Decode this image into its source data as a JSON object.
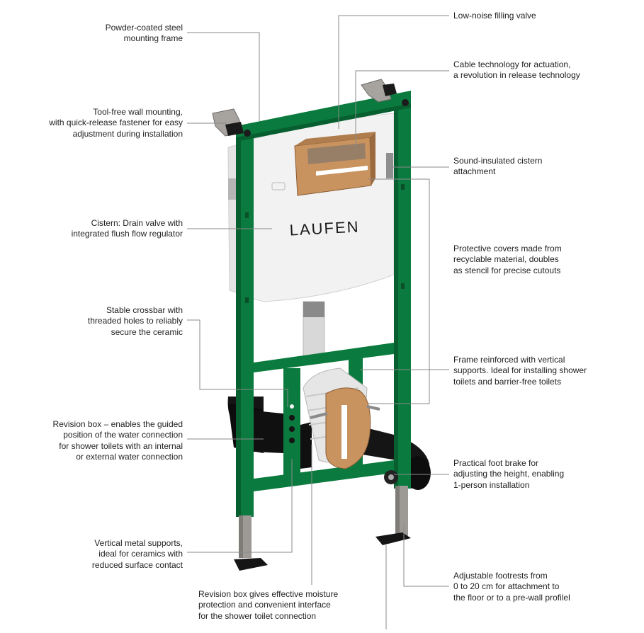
{
  "brand": {
    "logo_text": "LAUFEN"
  },
  "colors": {
    "frame_green": "#0b7a3e",
    "frame_green_dark": "#075f30",
    "cistern_white": "#f2f2f2",
    "actuator_wood": "#c9935f",
    "black_parts": "#151515",
    "metal_grey": "#9d9a96",
    "leader_line": "#8a8a8a"
  },
  "callouts": {
    "left": [
      {
        "id": "mounting-frame",
        "text": "Powder-coated steel\nmounting frame"
      },
      {
        "id": "wall-mounting",
        "text": "Tool-free wall mounting,\nwith quick-release fastener for easy\nadjustment during installation"
      },
      {
        "id": "cistern",
        "text": "Cistern: Drain valve with\nintegrated flush flow regulator"
      },
      {
        "id": "crossbar",
        "text": "Stable crossbar with\nthreaded holes to reliably\nsecure the ceramic"
      },
      {
        "id": "revision-box-guided",
        "text": "Revision box – enables the guided\nposition of the water connection\nfor shower toilets with an internal\nor external water connection"
      },
      {
        "id": "vertical-supports",
        "text": "Vertical metal supports,\nideal for ceramics with\nreduced surface contact"
      }
    ],
    "right": [
      {
        "id": "filling-valve",
        "text": "Low-noise filling valve"
      },
      {
        "id": "cable-technology",
        "text": "Cable technology for actuation,\na revolution in release technology"
      },
      {
        "id": "sound-insulated",
        "text": "Sound-insulated cistern\nattachment"
      },
      {
        "id": "protective-covers",
        "text": "Protective covers made from\nrecyclable material, doubles\nas stencil for precise cutouts"
      },
      {
        "id": "frame-reinforced",
        "text": "Frame reinforced with vertical\nsupports. Ideal for installing shower\ntoilets and barrier-free toilets"
      },
      {
        "id": "foot-brake",
        "text": "Practical foot brake for\nadjusting the height, enabling\n1-person installation"
      },
      {
        "id": "footrests",
        "text": "Adjustable footrests from\n0 to 20 cm for attachment to\nthe floor or to a pre-wall profilel"
      }
    ],
    "bottom": [
      {
        "id": "revision-box-moisture",
        "text": "Revision box gives effective moisture\nprotection and convenient interface\nfor the shower toilet connection"
      }
    ]
  }
}
